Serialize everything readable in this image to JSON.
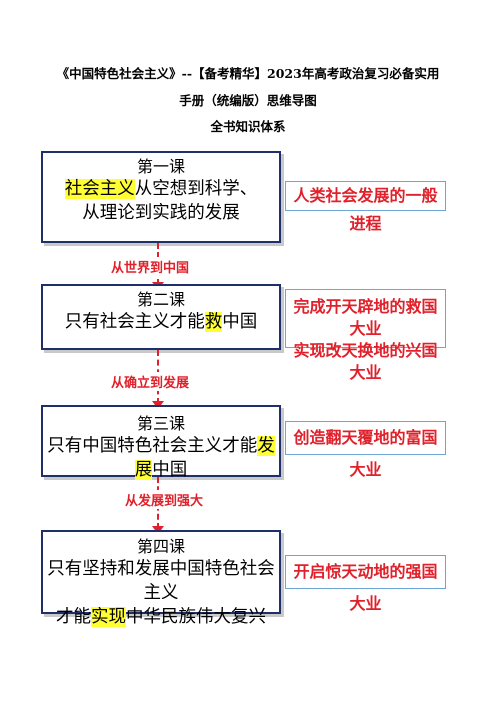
{
  "header": {
    "title_line1": "《中国特色社会主义》--【备考精华】2023年高考政治复习必备实用",
    "title_line2": "手册（统编版）思维导图",
    "subtitle": "全书知识体系"
  },
  "lessons": [
    {
      "heading": "第一课",
      "line1_highlight": "社会主义",
      "line1_rest": "从空想到科学、",
      "line2": "从理论到实践的发展",
      "side": [
        "人类社会发展的一般进程"
      ]
    },
    {
      "heading": "第二课",
      "line1_pre": "只有社会主义才能",
      "line1_highlight": "救",
      "line1_post": "中国",
      "side": [
        "完成开天辟地的救国大业",
        "实现改天换地的兴国大业"
      ]
    },
    {
      "heading": "第三课",
      "line1_pre": "只有中国特色社会主义才能",
      "line1_highlight": "发展",
      "line1_post": "中国",
      "side": [
        "创造翻天覆地的富国大业"
      ]
    },
    {
      "heading": "第四课",
      "line1": "只有坚持和发展中国特色社会主义",
      "line2_pre": "才能",
      "line2_highlight": "实现",
      "line2_post": "中华民族伟大复兴",
      "side": [
        "开启惊天动地的强国大业"
      ]
    }
  ],
  "connectors": [
    "从世界到中国",
    "从确立到发展",
    "从发展到强大"
  ]
}
